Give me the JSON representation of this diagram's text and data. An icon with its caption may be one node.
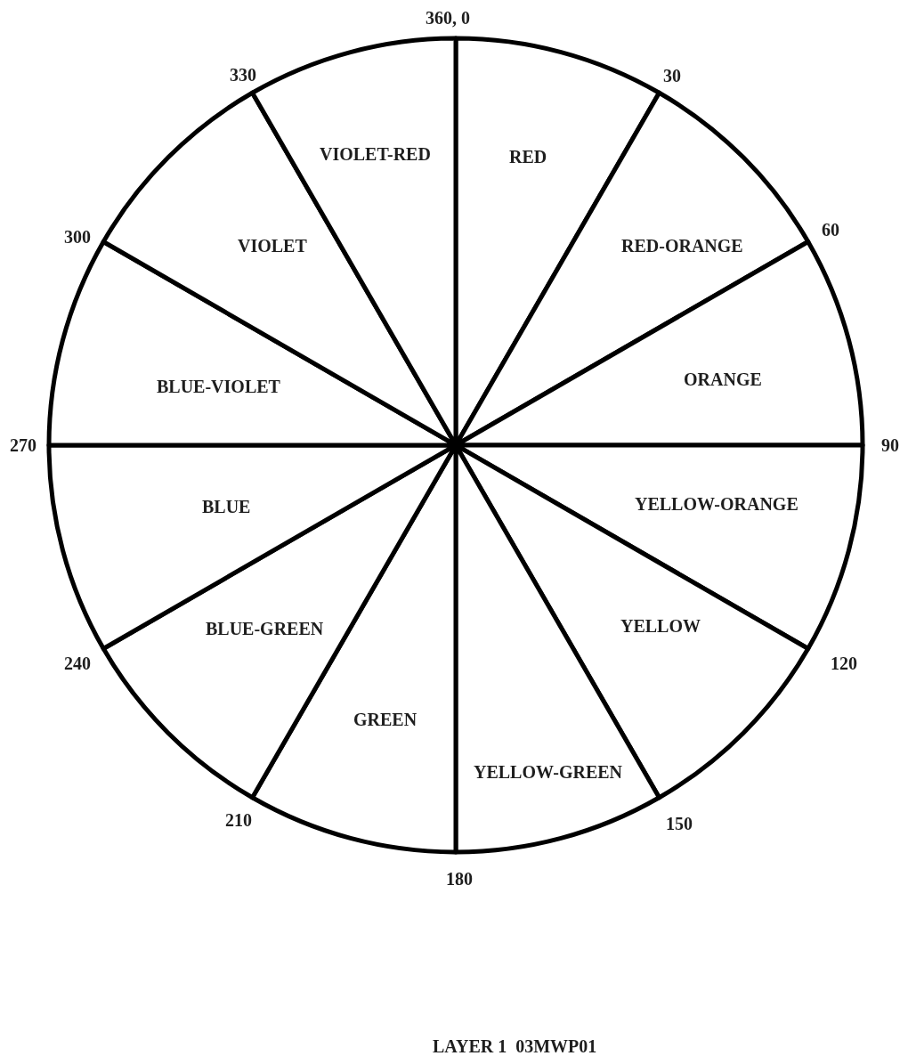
{
  "diagram": {
    "nodes": [
      {
        "text": [
          "RED"
        ]
      },
      {
        "text": [
          "RED-ORANGE"
        ]
      },
      {
        "text": [
          "ORANGE"
        ]
      },
      {
        "text": [
          "YELLOW-ORANGE"
        ]
      },
      {
        "text": [
          "YELLOW"
        ]
      },
      {
        "text": [
          "YELLOW-GREEN"
        ]
      },
      {
        "text": [
          "GREEN"
        ]
      },
      {
        "text": [
          "BLUE-GREEN"
        ]
      },
      {
        "text": [
          "BLUE"
        ]
      },
      {
        "text": [
          "BLUE-VIOLET"
        ]
      },
      {
        "text": [
          "VIOLET"
        ]
      },
      {
        "text": [
          "VIOLET-RED"
        ]
      }
    ],
    "labels": [
      "360, 0",
      "30",
      "60",
      "90",
      "120",
      "150",
      "180",
      "210",
      "240",
      "270",
      "300",
      "330",
      "LAYER 1  03MWP01"
    ]
  }
}
